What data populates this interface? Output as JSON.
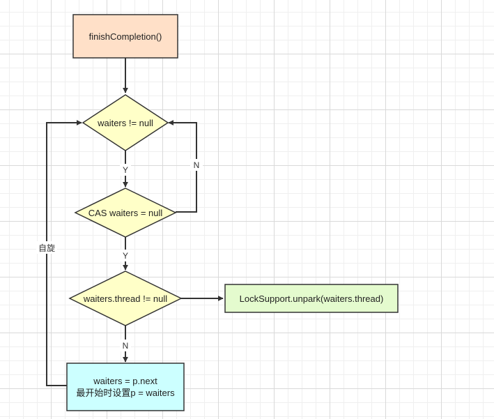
{
  "nodes": {
    "start": {
      "label": "finishCompletion()",
      "fill": "#ffe0c8"
    },
    "cond_waiters": {
      "label": "waiters != null",
      "fill": "#ffffc8"
    },
    "cond_cas": {
      "label": "CAS waiters = null",
      "fill": "#ffffc8"
    },
    "cond_thread": {
      "label": "waiters.thread != null",
      "fill": "#ffffc8"
    },
    "unpark": {
      "label": "LockSupport.unpark(waiters.thread)",
      "fill": "#e4fbce"
    },
    "next": {
      "line1": "waiters = p.next",
      "line2": "最开始时设置p = waiters",
      "fill": "#ccffff"
    }
  },
  "edges": {
    "yes1": "Y",
    "yes2": "Y",
    "no_cas": "N",
    "no_thread": "N",
    "spin": "自旋"
  },
  "colors": {
    "stroke": "#333333",
    "grid_major": "#d9d9d9",
    "grid_minor": "#efefef"
  }
}
